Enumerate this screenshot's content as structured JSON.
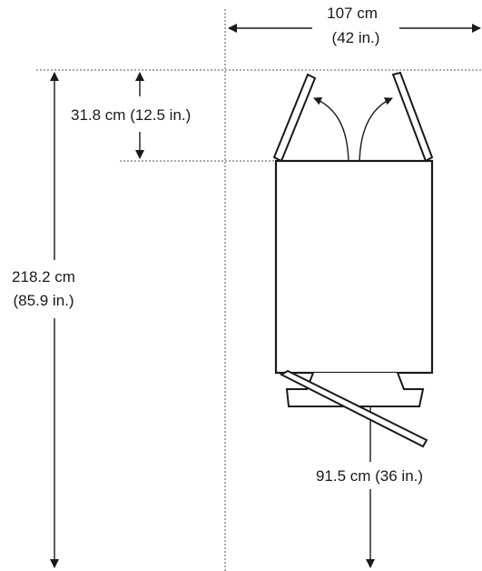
{
  "dimensions": {
    "top_width": {
      "metric": "107 cm",
      "imperial": "(42 in.)"
    },
    "door_clearance": {
      "label": "31.8 cm (12.5 in.)"
    },
    "total_height": {
      "metric": "218.2 cm",
      "imperial": "(85.9 in.)"
    },
    "front_depth": {
      "label": "91.5 cm (36 in.)"
    }
  },
  "colors": {
    "line": "#1a1a1a",
    "guide": "#555555",
    "background": "#ffffff"
  },
  "icons": [
    "arrowhead-icon",
    "door-swing-arrow-icon"
  ]
}
